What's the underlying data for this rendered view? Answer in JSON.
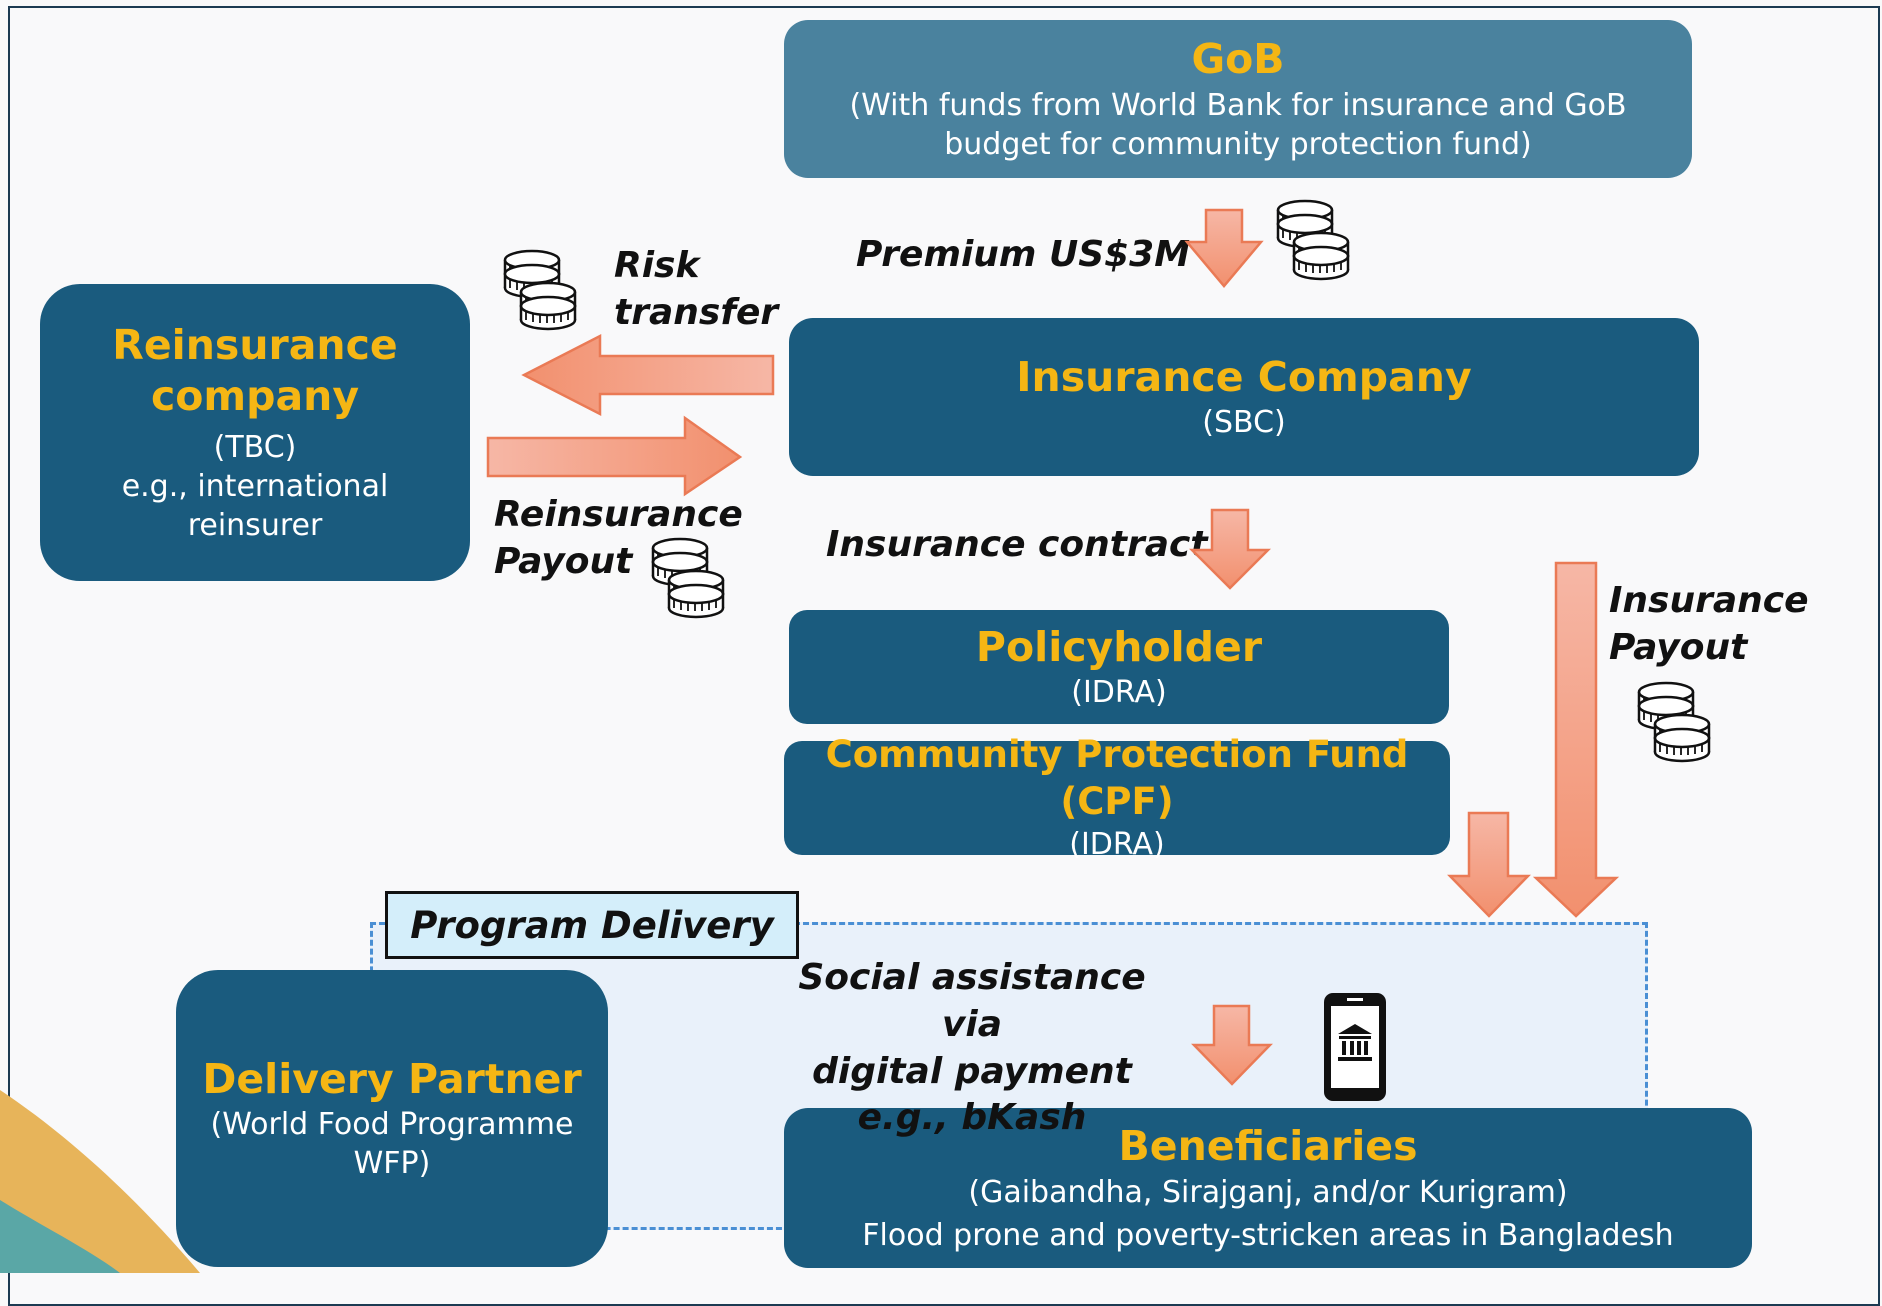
{
  "colors": {
    "box_dark": "#1a5b7e",
    "box_light": "#4a829e",
    "title": "#f5b614",
    "arrow": "#f0a080",
    "delivery_area": "#e9f1fa",
    "program_label_bg": "#d4eefa"
  },
  "gob": {
    "title": "GoB",
    "line1": "(With funds from World Bank for insurance and GoB",
    "line2": "budget for community protection fund)"
  },
  "premium_label": "Premium US$3M",
  "reinsurance": {
    "title_line1": "Reinsurance",
    "title_line2": "company",
    "line1": "(TBC)",
    "line2": "e.g., international",
    "line3": "reinsurer"
  },
  "risk_transfer": {
    "line1": "Risk",
    "line2": "transfer"
  },
  "reinsurance_payout": {
    "line1": "Reinsurance",
    "line2": "Payout"
  },
  "insurance_company": {
    "title": "Insurance Company",
    "sub": "(SBC)"
  },
  "insurance_contract_label": "Insurance contract",
  "policyholder": {
    "title": "Policyholder",
    "sub": "(IDRA)"
  },
  "cpf": {
    "title": "Community Protection Fund (CPF)",
    "sub": "(IDRA)"
  },
  "insurance_payout": {
    "line1": "Insurance",
    "line2": "Payout"
  },
  "program_delivery_label": "Program Delivery",
  "delivery_partner": {
    "title": "Delivery Partner",
    "line1": "(World Food Programme",
    "line2": "WFP)"
  },
  "social_assistance": {
    "line1": "Social assistance via",
    "line2": "digital payment",
    "line3": "e.g., bKash"
  },
  "beneficiaries": {
    "title": "Beneficiaries",
    "line1": "(Gaibandha, Sirajganj, and/or Kurigram)",
    "line2": "Flood prone and poverty-stricken areas in Bangladesh"
  },
  "icons": [
    "coins-icon",
    "bank-phone-icon"
  ]
}
